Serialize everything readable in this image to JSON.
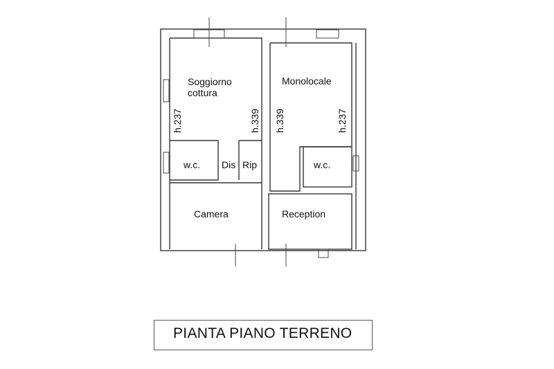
{
  "plan": {
    "rooms": [
      {
        "id": "soggiorno",
        "label_line1": "Soggiorno",
        "label_line2": "cottura"
      },
      {
        "id": "monolocale",
        "label": "Monolocale"
      },
      {
        "id": "wc-left",
        "label": "w.c."
      },
      {
        "id": "dis",
        "label": "Dis"
      },
      {
        "id": "rip",
        "label": "Rip"
      },
      {
        "id": "wc-right",
        "label": "w.c."
      },
      {
        "id": "camera",
        "label": "Camera"
      },
      {
        "id": "reception",
        "label": "Reception"
      }
    ],
    "heights": {
      "soggiorno_left": "h.237",
      "soggiorno_right": "h.339",
      "monolocale_left": "h.339",
      "monolocale_right": "h.237"
    }
  },
  "title": "PIANTA PIANO TERRENO"
}
